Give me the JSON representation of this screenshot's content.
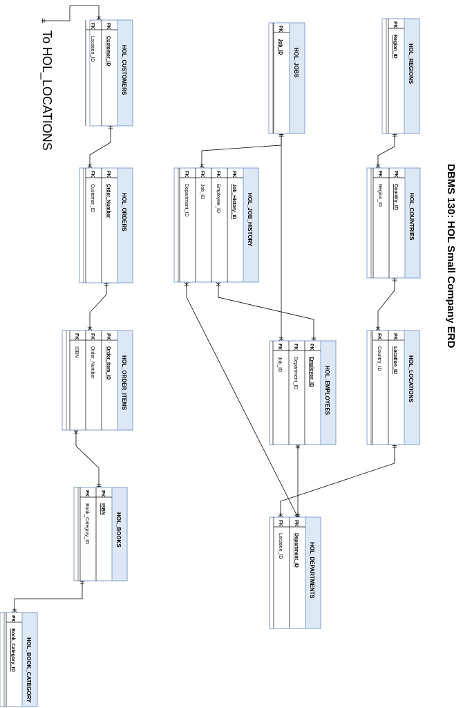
{
  "diagram": {
    "title": "DBMS 130: HOL Small Company ERD",
    "note": "To HOL_LOCATIONS"
  },
  "entities": [
    {
      "id": "customers",
      "name": "HOL_CUSTOMERS",
      "rows": [
        {
          "key": "PK",
          "attr": "Customer_ID"
        },
        {
          "key": "FK",
          "attr": "Location_ID"
        }
      ]
    },
    {
      "id": "jobs",
      "name": "HOL_JOBS",
      "rows": [
        {
          "key": "PK",
          "attr": "Job_ID"
        }
      ]
    },
    {
      "id": "regions",
      "name": "HOL_REGIONS",
      "rows": [
        {
          "key": "PK",
          "attr": "Region_ID"
        }
      ]
    },
    {
      "id": "orders",
      "name": "HOL_ORDERS",
      "rows": [
        {
          "key": "PK",
          "attr": "Order_Number"
        },
        {
          "key": "FK",
          "attr": "Customer_ID"
        }
      ]
    },
    {
      "id": "job_history",
      "name": "HOL_JOB_HISTORY",
      "rows": [
        {
          "key": "PK",
          "attr": "Job_History_ID"
        },
        {
          "key": "FK",
          "attr": "Employee_ID"
        },
        {
          "key": "FK",
          "attr": "Job_ID"
        },
        {
          "key": "FK",
          "attr": "Department_ID"
        }
      ]
    },
    {
      "id": "countries",
      "name": "HOL_COUNTRIES",
      "rows": [
        {
          "key": "PK",
          "attr": "Country_ID"
        },
        {
          "key": "FK",
          "attr": "Region_ID"
        }
      ]
    },
    {
      "id": "order_items",
      "name": "HOL_ORDER_ITEMS",
      "rows": [
        {
          "key": "PK",
          "attr": "Order_Item_ID"
        },
        {
          "key": "FK",
          "attr": "Order_Number"
        },
        {
          "key": "FK",
          "attr": "ISBN"
        }
      ]
    },
    {
      "id": "employees",
      "name": "HOL_EMPLOYEES",
      "rows": [
        {
          "key": "PK",
          "attr": "Employee_ID"
        },
        {
          "key": "FK",
          "attr": "Department_ID"
        },
        {
          "key": "FK",
          "attr": "Job_ID"
        }
      ]
    },
    {
      "id": "locations",
      "name": "HOL_LOCATIONS",
      "rows": [
        {
          "key": "PK",
          "attr": "Location_ID"
        },
        {
          "key": "FK",
          "attr": "Country_ID"
        }
      ]
    },
    {
      "id": "books",
      "name": "HOL_BOOKS",
      "rows": [
        {
          "key": "PK",
          "attr": "ISBN"
        },
        {
          "key": "FK",
          "attr": "Book_Category_ID"
        }
      ]
    },
    {
      "id": "departments",
      "name": "HOL_DEPARTMENTS",
      "rows": [
        {
          "key": "PK",
          "attr": "Department_ID"
        },
        {
          "key": "FK",
          "attr": "Location_ID"
        }
      ]
    },
    {
      "id": "book_category",
      "name": "HOL_BOOK_CATEGORY",
      "rows": [
        {
          "key": "PK",
          "attr": "Book_Category_ID"
        }
      ]
    }
  ],
  "colors": {
    "header_fill": "#dde8f6",
    "header_border": "#7f9fd0",
    "line": "#000000",
    "page": "#ffffff"
  }
}
